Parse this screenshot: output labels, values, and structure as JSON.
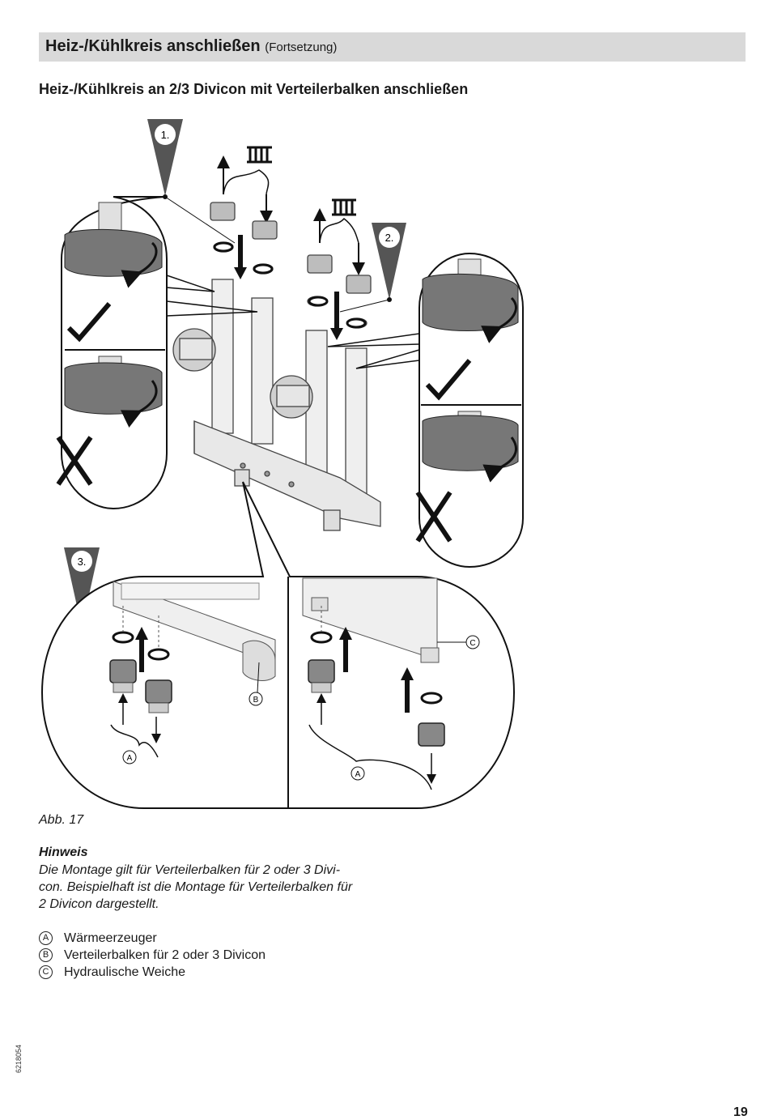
{
  "header": {
    "title": "Heiz-/Kühlkreis anschließen",
    "subtitle": "(Fortsetzung)"
  },
  "section": {
    "title": "Heiz-/Kühlkreis an 2/3 Divicon mit Verteilerbalken anschließen"
  },
  "figure": {
    "steps": [
      "1.",
      "2.",
      "3."
    ],
    "callouts": {
      "a": "A",
      "b": "B",
      "c": "C"
    }
  },
  "caption": "Abb. 17",
  "note": {
    "heading": "Hinweis",
    "lines": [
      "Die Montage gilt für Verteilerbalken für 2 oder 3 Divi-",
      "con. Beispielhaft ist die Montage für Verteilerbalken für",
      "2 Divicon dargestellt."
    ]
  },
  "legend": [
    {
      "key": "A",
      "label": "Wärmeerzeuger"
    },
    {
      "key": "B",
      "label": "Verteilerbalken für 2 oder 3 Divicon"
    },
    {
      "key": "C",
      "label": "Hydraulische Weiche"
    }
  ],
  "footer": {
    "doc_number": "6218054",
    "page_number": "19"
  }
}
